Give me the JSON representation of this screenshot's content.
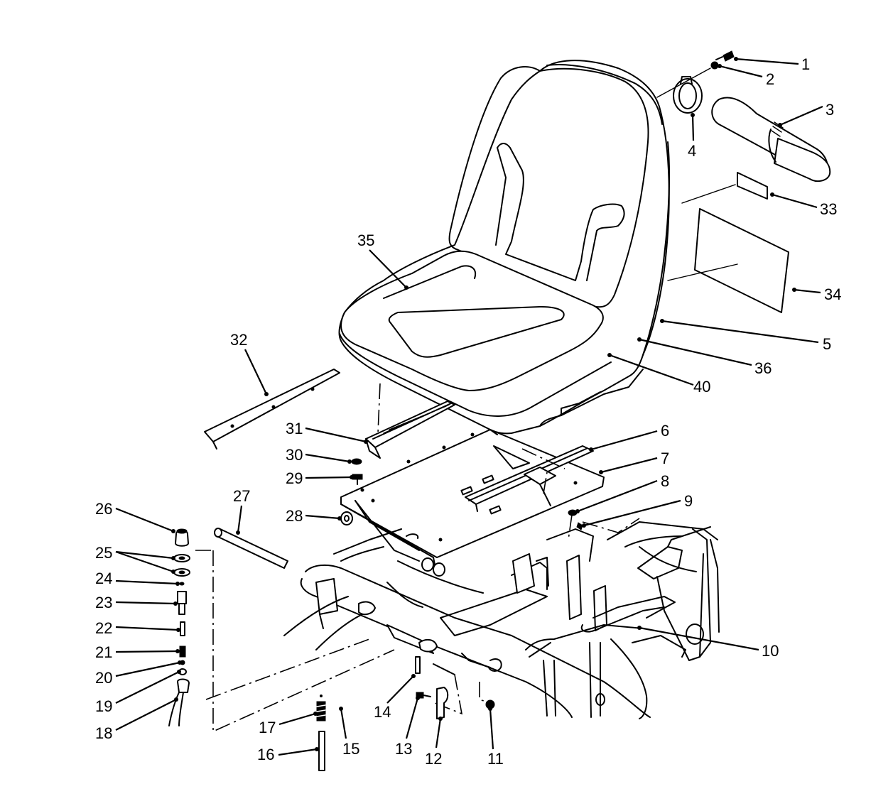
{
  "diagram": {
    "callouts": [
      {
        "id": "1",
        "label": "1"
      },
      {
        "id": "2",
        "label": "2"
      },
      {
        "id": "3",
        "label": "3"
      },
      {
        "id": "4",
        "label": "4"
      },
      {
        "id": "5",
        "label": "5"
      },
      {
        "id": "6",
        "label": "6"
      },
      {
        "id": "7",
        "label": "7"
      },
      {
        "id": "8",
        "label": "8"
      },
      {
        "id": "9",
        "label": "9"
      },
      {
        "id": "10",
        "label": "10"
      },
      {
        "id": "11",
        "label": "11"
      },
      {
        "id": "12",
        "label": "12"
      },
      {
        "id": "13",
        "label": "13"
      },
      {
        "id": "14",
        "label": "14"
      },
      {
        "id": "15",
        "label": "15"
      },
      {
        "id": "16",
        "label": "16"
      },
      {
        "id": "17",
        "label": "17"
      },
      {
        "id": "18",
        "label": "18"
      },
      {
        "id": "19",
        "label": "19"
      },
      {
        "id": "20",
        "label": "20"
      },
      {
        "id": "21",
        "label": "21"
      },
      {
        "id": "22",
        "label": "22"
      },
      {
        "id": "23",
        "label": "23"
      },
      {
        "id": "24",
        "label": "24"
      },
      {
        "id": "25",
        "label": "25"
      },
      {
        "id": "26",
        "label": "26"
      },
      {
        "id": "27",
        "label": "27"
      },
      {
        "id": "28",
        "label": "28"
      },
      {
        "id": "29",
        "label": "29"
      },
      {
        "id": "30",
        "label": "30"
      },
      {
        "id": "31",
        "label": "31"
      },
      {
        "id": "32",
        "label": "32"
      },
      {
        "id": "33",
        "label": "33"
      },
      {
        "id": "34",
        "label": "34"
      },
      {
        "id": "35",
        "label": "35"
      },
      {
        "id": "36",
        "label": "36"
      },
      {
        "id": "40",
        "label": "40"
      }
    ]
  }
}
